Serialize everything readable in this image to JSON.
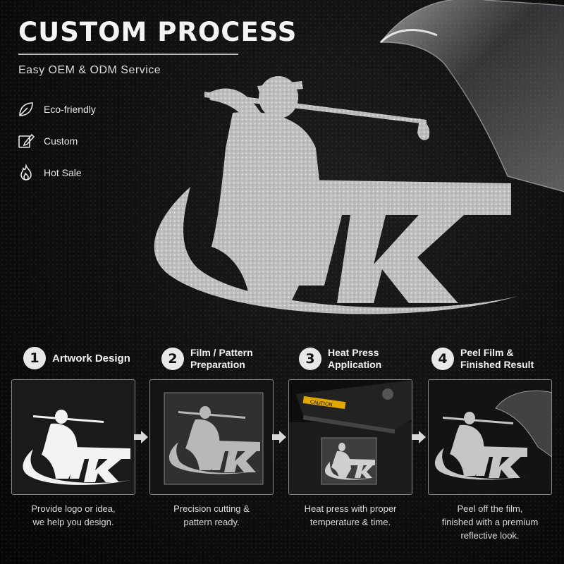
{
  "header": {
    "title": "CUSTOM PROCESS",
    "subtitle": "Easy OEM & ODM Service"
  },
  "features": [
    {
      "label": "Eco-friendly",
      "icon": "leaf-icon"
    },
    {
      "label": "Custom",
      "icon": "pencil-icon"
    },
    {
      "label": "Hot Sale",
      "icon": "flame-icon"
    }
  ],
  "hero": {
    "logo_text": "TK"
  },
  "steps": [
    {
      "number": "1",
      "title_line1": "Artwork Design",
      "title_line2": "",
      "desc_line1": "Provide logo or idea,",
      "desc_line2": "we help you design.",
      "desc_line3": ""
    },
    {
      "number": "2",
      "title_line1": "Film / Pattern",
      "title_line2": "Preparation",
      "desc_line1": "Precision cutting &",
      "desc_line2": "pattern ready.",
      "desc_line3": ""
    },
    {
      "number": "3",
      "title_line1": "Heat Press",
      "title_line2": "Application",
      "desc_line1": "Heat press with proper",
      "desc_line2": "temperature & time.",
      "desc_line3": ""
    },
    {
      "number": "4",
      "title_line1": "Peel Film &",
      "title_line2": "Finished Result",
      "desc_line1": "Peel off the film,",
      "desc_line2": "finished with a premium",
      "desc_line3": "reflective look."
    }
  ],
  "press_label": "CAUTION",
  "colors": {
    "background": "#0a0a0a",
    "silver": "#c9c9c9",
    "card_border": "#8a8a8a",
    "caution": "#e0a800"
  }
}
